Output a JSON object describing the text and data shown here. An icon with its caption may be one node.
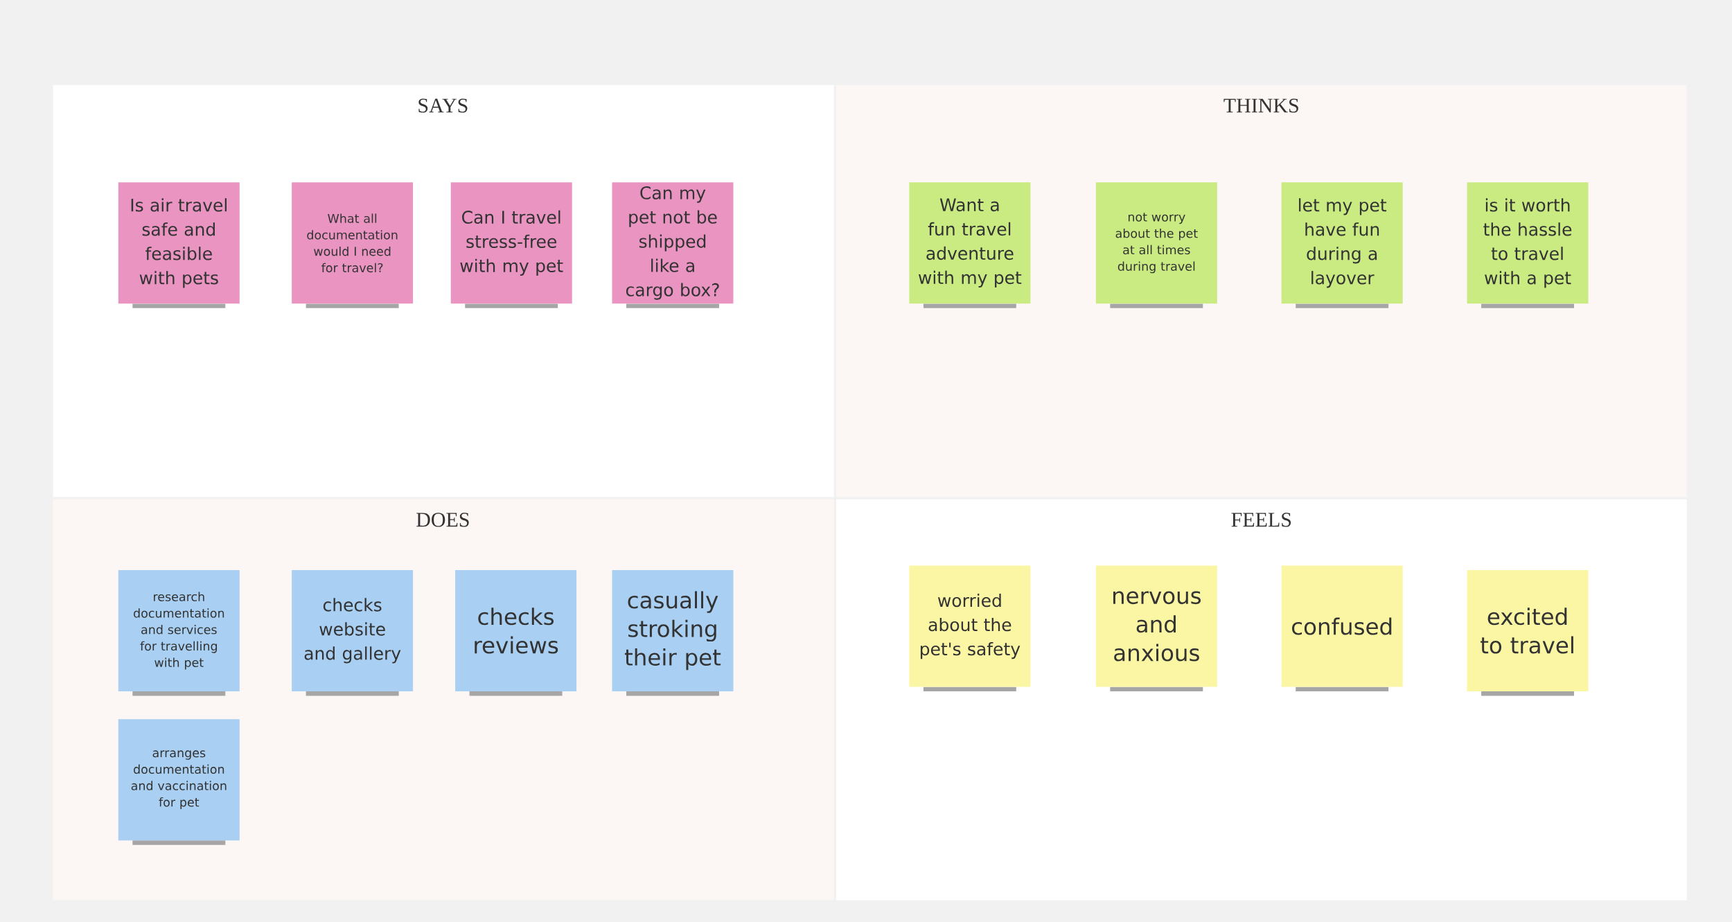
{
  "diagram": {
    "nodes": [
      {
        "text": [
          "SAYS"
        ]
      },
      {
        "text": [
          "Is air travel safe and feasible with pets"
        ],
        "in": 0
      },
      {
        "text": [
          "What all documentation would I need for travel?"
        ],
        "in": 0
      },
      {
        "text": [
          "Can I travel stress-free with my pet"
        ],
        "in": 0
      },
      {
        "text": [
          "Can my pet not be shipped like a cargo box?"
        ],
        "in": 0
      },
      {
        "text": [
          "THINKS"
        ]
      },
      {
        "text": [
          "Want a fun travel adventure with my pet"
        ],
        "in": 5
      },
      {
        "text": [
          "not worry about the pet at all times during travel"
        ],
        "in": 5
      },
      {
        "text": [
          "let my pet have fun during a layover"
        ],
        "in": 5
      },
      {
        "text": [
          "is it worth the hassle to travel with a pet"
        ],
        "in": 5
      },
      {
        "text": [
          "DOES"
        ]
      },
      {
        "text": [
          "research documentation and services for travelling with pet"
        ],
        "in": 10
      },
      {
        "text": [
          "checks website and gallery"
        ],
        "in": 10
      },
      {
        "text": [
          "checks reviews"
        ],
        "in": 10
      },
      {
        "text": [
          "casually stroking their pet"
        ],
        "in": 10
      },
      {
        "text": [
          "arranges documentation and vaccination for pet"
        ],
        "in": 10
      },
      {
        "text": [
          "FEELS"
        ]
      },
      {
        "text": [
          "worried about the pet's safety"
        ],
        "in": 16
      },
      {
        "text": [
          "nervous and anxious"
        ],
        "in": 16
      },
      {
        "text": [
          "confused"
        ],
        "in": 16
      },
      {
        "text": [
          "excited to travel"
        ],
        "in": 16
      }
    ]
  }
}
